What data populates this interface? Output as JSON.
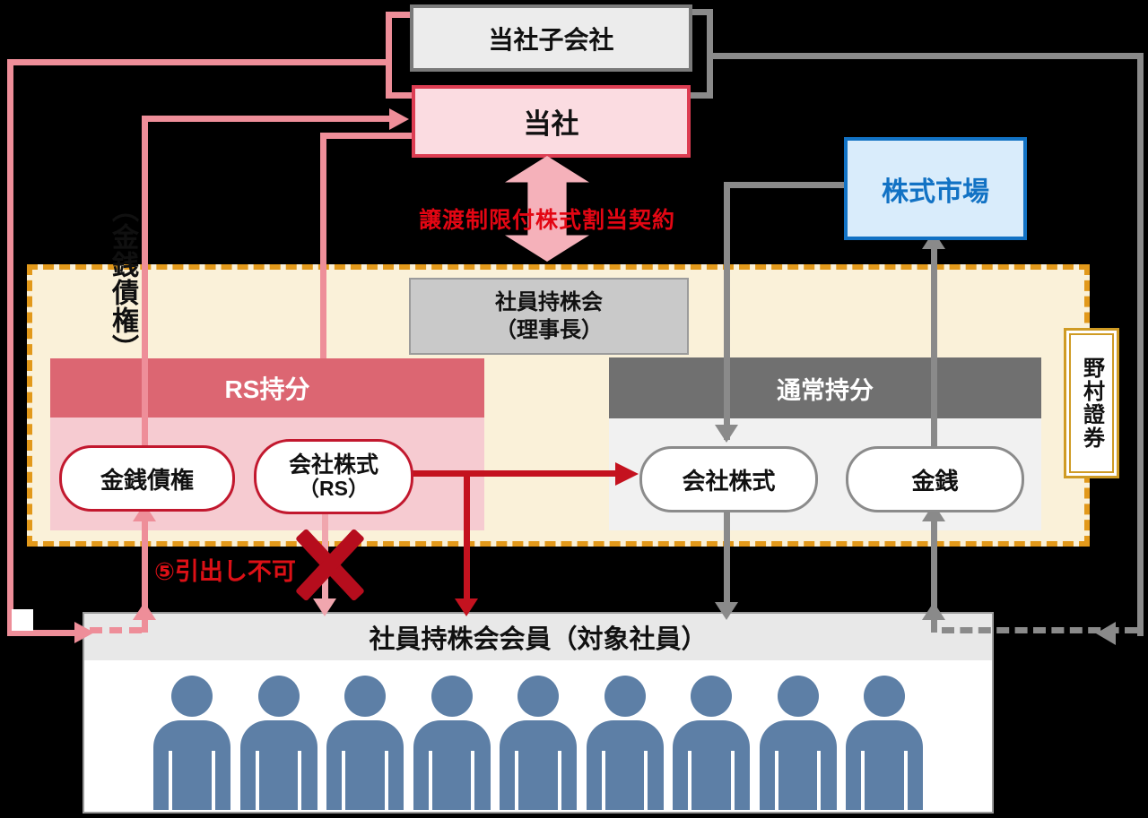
{
  "diagram": {
    "subsidiary": "当社子会社",
    "company": "当社",
    "stock_market": "株式市場",
    "contract_label": "譲渡制限付株式割当契約",
    "association_line1": "社員持株会",
    "association_line2": "（理事長）",
    "left_vertical_label": "（金銭債権）",
    "rs": {
      "header": "RS持分",
      "receivable": "金銭債権",
      "stock_line1": "会社株式",
      "stock_line2": "（RS）"
    },
    "normal": {
      "header": "通常持分",
      "stock": "会社株式",
      "money": "金銭"
    },
    "broker": "野村證券",
    "withdrawal_note": "⑤引出し不可",
    "members": {
      "title": "社員持株会会員（対象社員）",
      "count": 9
    },
    "colors": {
      "background": "#000000",
      "panel_beige": "#faf1d9",
      "panel_dash_orange": "#e2991b",
      "company_border_red": "#dd3d52",
      "company_fill_pink": "#fbdce1",
      "subsidiary_border_gray": "#7a7a7a",
      "market_blue": "#1272c4",
      "rs_header_red": "#dc6672",
      "rs_body_pink": "#f6cbd1",
      "normal_header_gray": "#707070",
      "oval_border_red": "#c2182e",
      "arrow_red": "#c4121f",
      "arrow_pink": "#ee8e99",
      "arrow_light_pink": "#f0a6ae",
      "arrow_gray": "#8a8a8a",
      "contract_text_red": "#e30613",
      "note_red": "#dc1016",
      "x_mark_red": "#b60d1d",
      "broker_gold": "#cf9b24",
      "person_blue": "#5d7fa6"
    }
  }
}
